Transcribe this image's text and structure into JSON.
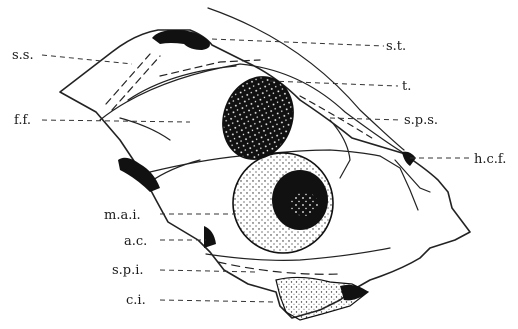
{
  "labels": {
    "ss": "s.s.",
    "ff": "f.f.",
    "mai": "m.a.i.",
    "ac": "a.c.",
    "spi": "s.p.i.",
    "ci": "c.i.",
    "st": "s.t.",
    "t": "t.",
    "sps": "s.p.s.",
    "hcf": "h.c.f."
  }
}
